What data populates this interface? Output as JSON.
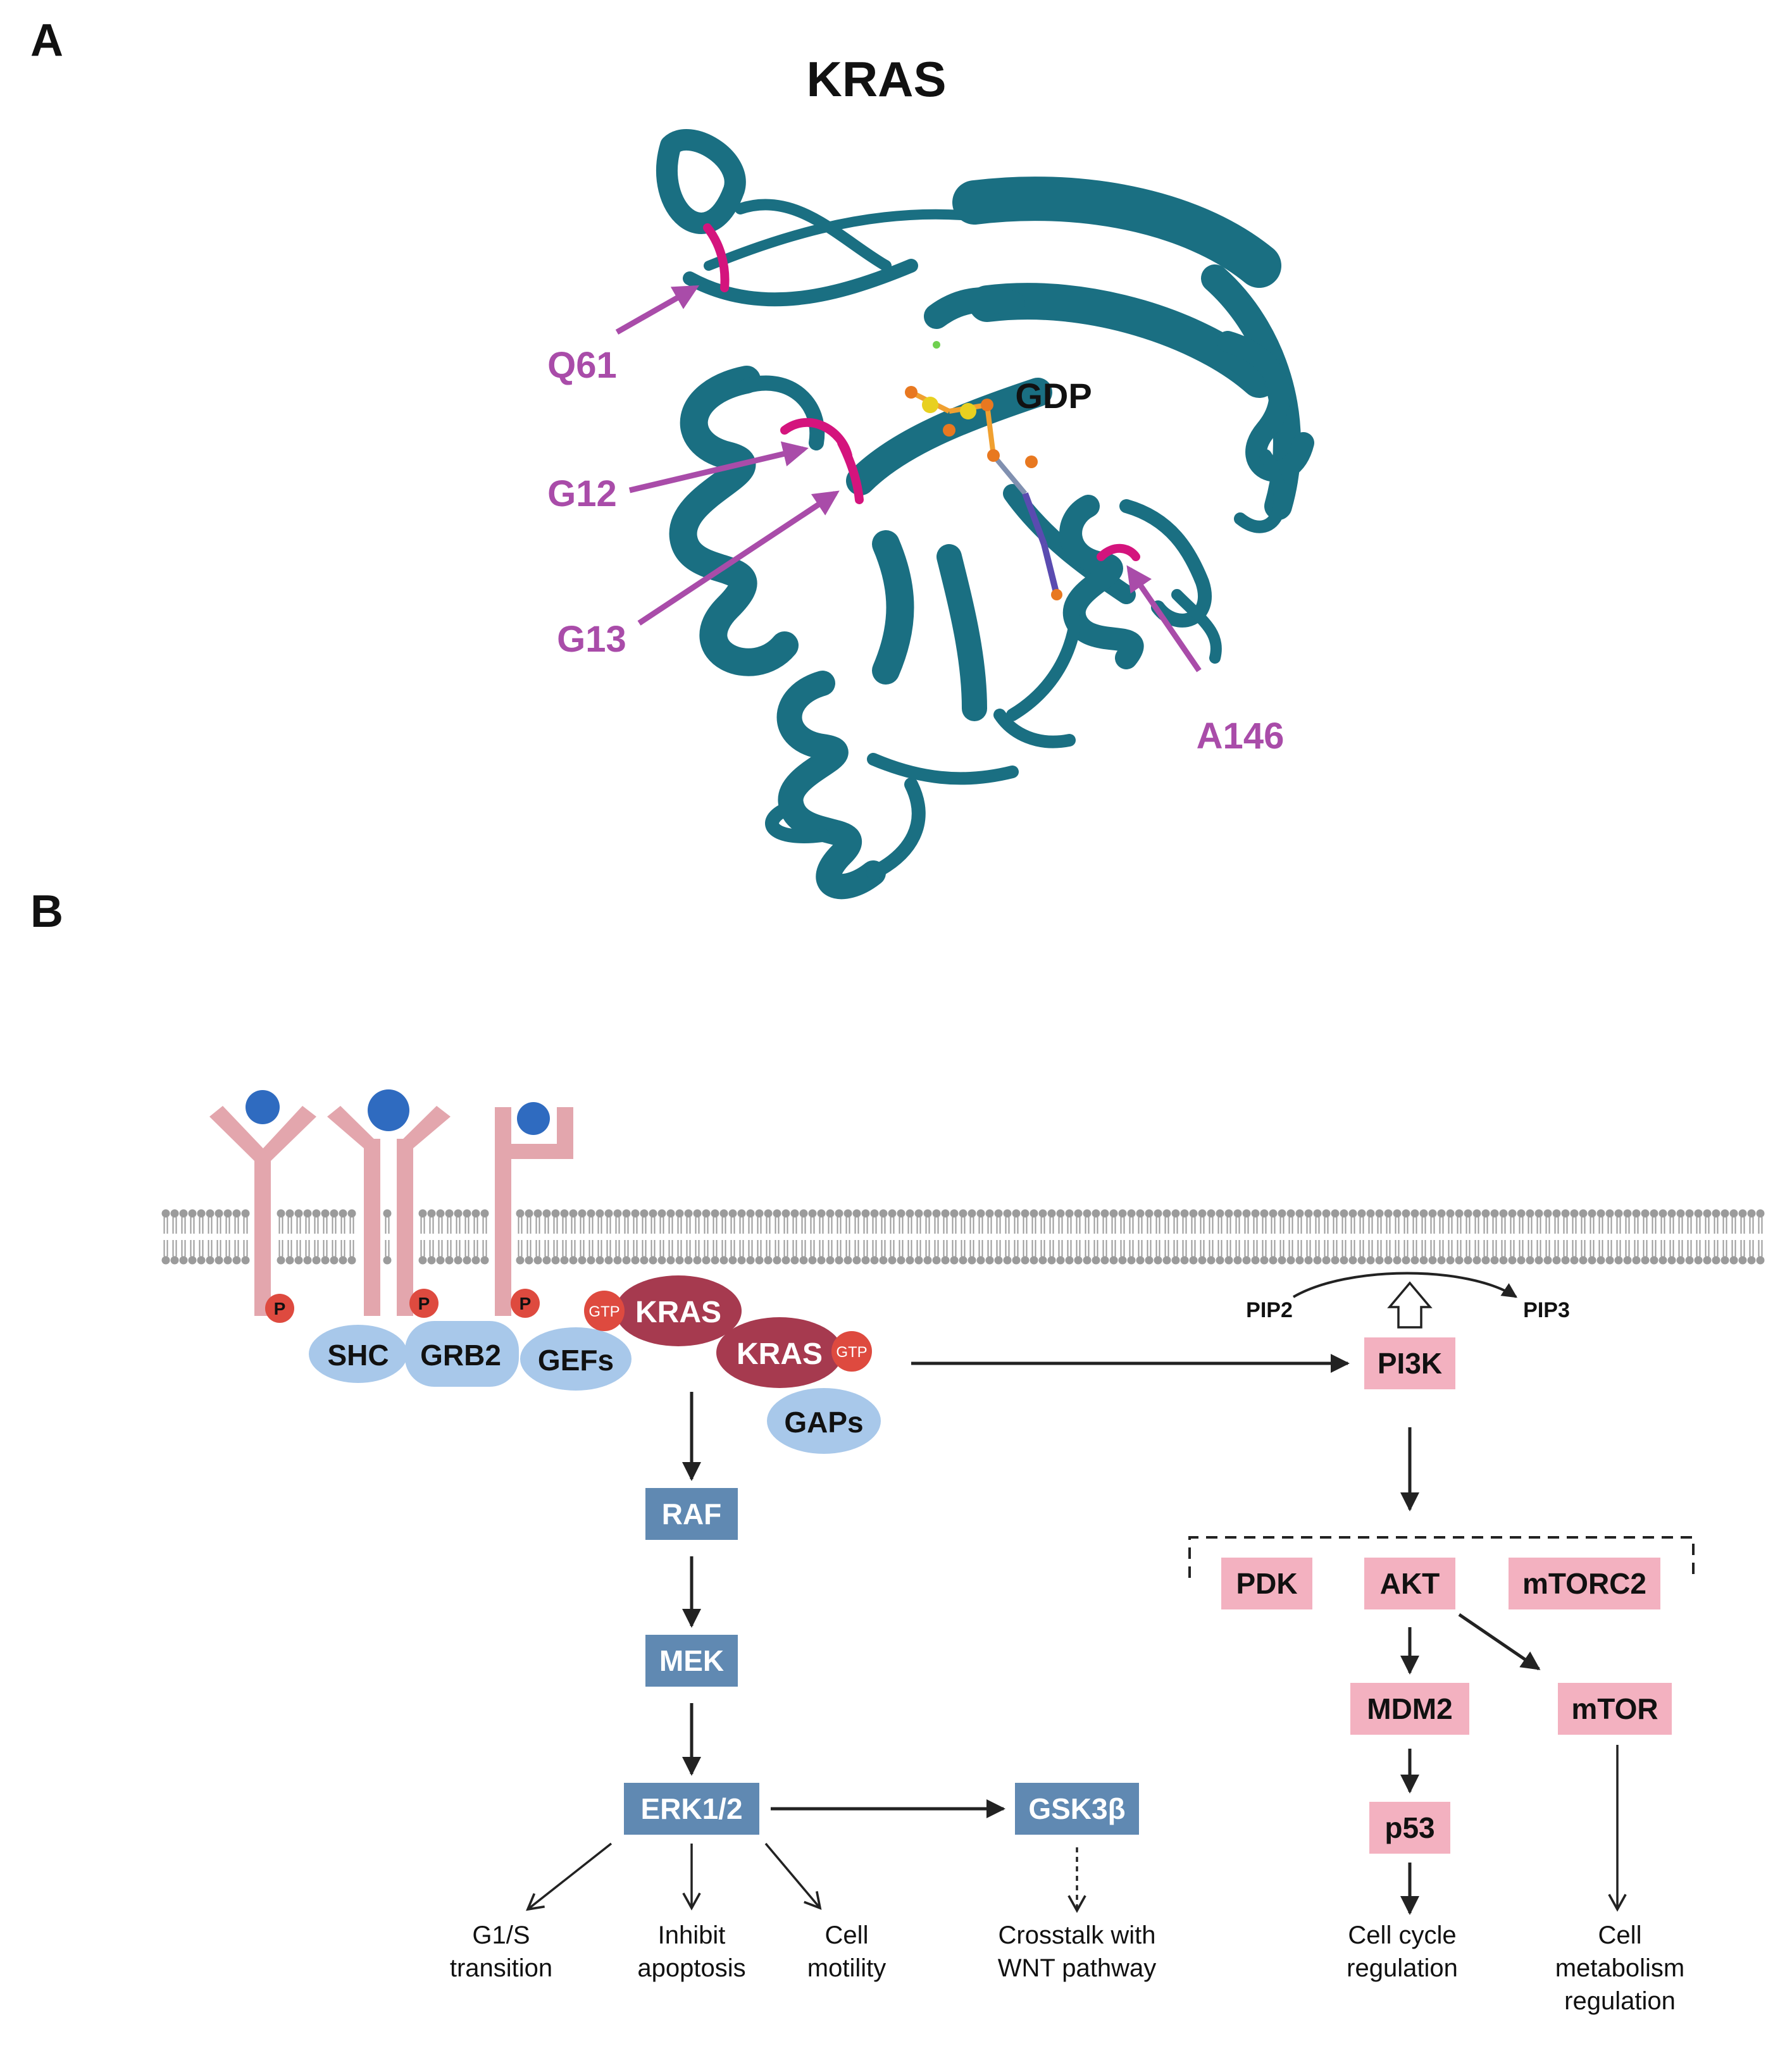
{
  "panels": {
    "a": {
      "letter": "A",
      "title": "KRAS"
    },
    "b": {
      "letter": "B"
    }
  },
  "structure": {
    "ligand_label": "GDP",
    "mutation_sites": [
      "Q61",
      "G12",
      "G13",
      "A146"
    ]
  },
  "membrane": {
    "phospho_label": "P"
  },
  "adaptors": {
    "shc": "SHC",
    "grb2": "GRB2",
    "gefs": "GEFs",
    "gaps": "GAPs"
  },
  "kras": {
    "label": "KRAS",
    "gtp_label": "GTP"
  },
  "mapk": {
    "raf": "RAF",
    "mek": "MEK",
    "erk": "ERK1/2",
    "gsk": "GSK3β",
    "outcomes": {
      "g1s": [
        "G1/S",
        "transition"
      ],
      "apoptosis": [
        "Inhibit",
        "apoptosis"
      ],
      "motility": [
        "Cell",
        "motility"
      ],
      "wnt": [
        "Crosstalk with",
        "WNT pathway"
      ]
    }
  },
  "pi3k": {
    "pip2": "PIP2",
    "pip3": "PIP3",
    "pi3k": "PI3K",
    "pdk": "PDK",
    "akt": "AKT",
    "mtorc2": "mTORC2",
    "mdm2": "MDM2",
    "mtor": "mTOR",
    "p53": "p53",
    "outcomes": {
      "cellcycle": [
        "Cell cycle",
        "regulation"
      ],
      "metabolism": [
        "Cell",
        "metabolism",
        "regulation"
      ]
    }
  },
  "colors": {
    "protein_ribbon": "#1a6f82",
    "mutation": "#d4147d",
    "mutation_label": "#a94ca9",
    "receptor": "#e3a6ad",
    "ligand": "#2f6bc0",
    "phospho": "#de4a3f",
    "adaptor": "#a8c8ea",
    "kras": "#a63a4f",
    "mapk_box": "#6089b2",
    "pi3k_box": "#f3b1c0",
    "lipid": "#9b9b9b"
  }
}
